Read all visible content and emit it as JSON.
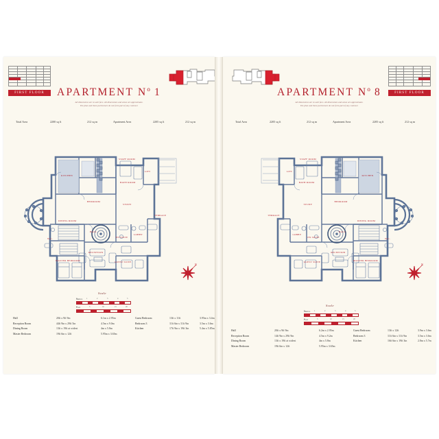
{
  "brochure": {
    "floor_badge": "FIRST FLOOR",
    "scale_caption": "Scale",
    "scale_metres_label": "Metres",
    "scale_feet_label": "Feet",
    "scale_metres_ticks": [
      "0",
      "1",
      "2",
      "3",
      "4",
      "5"
    ],
    "scale_feet_ticks": [
      "0",
      "5",
      "10",
      "15",
      "20"
    ],
    "accent_red": "#c0202e",
    "plan_blue": "#4a6285",
    "paper": "#fbf8ef",
    "label_red": "#b3202c"
  },
  "pages": [
    {
      "id": "apartment-1",
      "title_prefix": "APARTMENT N",
      "title_ordinal": "o",
      "title_number": "1",
      "disclaimer_line1": "All dimensions are to wall face. All dimensions and areas are approximate.",
      "disclaimer_line2": "The plan and these particulars do not form part of any contract.",
      "areas": [
        {
          "label": "Total Area",
          "value": ""
        },
        {
          "label": "",
          "value": "2200 sq ft"
        },
        {
          "label": "",
          "value": "212 sq m"
        },
        {
          "label": "Apartment Area",
          "value": ""
        },
        {
          "label": "",
          "value": "2205 sq ft"
        },
        {
          "label": "",
          "value": "212 sq m"
        }
      ],
      "schedule": [
        {
          "room": "Hall",
          "imperial": "20ft x 9ft 9in",
          "metric": "6.1m x 2.95m"
        },
        {
          "room": "Reception Room",
          "imperial": "44ft 9in x 29ft 5in",
          "metric": "4.5m x 9.0m"
        },
        {
          "room": "Dining Room",
          "imperial": "13ft x 19ft at widest",
          "metric": "4m x 5.8m"
        },
        {
          "room": "Master Bedroom",
          "imperial": "19ft 6in x 12ft",
          "metric": "5.95m x 3.65m"
        },
        {
          "room": "Guest Bedroom",
          "imperial": "13ft x 11ft",
          "metric": "3.95m x 3.4m"
        },
        {
          "room": "Bedroom 3",
          "imperial": "11ft 6in x 11ft 9in",
          "metric": "3.5m x 3.6m"
        },
        {
          "room": "Kitchen",
          "imperial": "17ft 9in x 19ft 3in",
          "metric": "5.4m x 5.85m"
        }
      ],
      "plan_rooms": [
        "STAFF ROOM",
        "BATH ROOM",
        "BEDROOM",
        "STUDY",
        "LIFT",
        "LOBBY",
        "KITCHEN",
        "DINING ROOM",
        "RECEPTION",
        "MASTER BEDROOM",
        "TERRACE",
        "GUEST SUITE",
        "HALL",
        "W.C.",
        "EN SUITE"
      ],
      "keyplan_side": "left",
      "badge_side": "left"
    },
    {
      "id": "apartment-8",
      "title_prefix": "APARTMENT N",
      "title_ordinal": "o",
      "title_number": "8",
      "disclaimer_line1": "All dimensions are to wall face. All dimensions and areas are approximate.",
      "disclaimer_line2": "The plan and these particulars do not form part of any contract.",
      "areas": [
        {
          "label": "Total Area",
          "value": ""
        },
        {
          "label": "",
          "value": "2205 sq ft"
        },
        {
          "label": "",
          "value": "212 sq m"
        },
        {
          "label": "Apartment Area",
          "value": ""
        },
        {
          "label": "",
          "value": "2205 sq ft"
        },
        {
          "label": "",
          "value": "212 sq m"
        }
      ],
      "schedule": [
        {
          "room": "Hall",
          "imperial": "20ft x 9ft 9in",
          "metric": "6.2m x 2.95m"
        },
        {
          "room": "Reception Room",
          "imperial": "14ft 9in x 29ft 9in",
          "metric": "4.5m x 9.2m"
        },
        {
          "room": "Dining Room",
          "imperial": "13ft x 19ft at widest",
          "metric": "4m x 5.8m"
        },
        {
          "room": "Master Bedroom",
          "imperial": "19ft 6in x 12ft",
          "metric": "5.95m x 3.65m"
        },
        {
          "room": "Guest Bedroom",
          "imperial": "13ft x 12ft",
          "metric": "3.9m x 3.6m"
        },
        {
          "room": "Bedroom 3",
          "imperial": "11ft 6in x 11ft 9in",
          "metric": "3.5m x 3.6m"
        },
        {
          "room": "Kitchen",
          "imperial": "16ft 6in x 19ft 3in",
          "metric": "2.8m x 5.7m"
        }
      ],
      "plan_rooms": [
        "STAFF ROOM",
        "BATH ROOM",
        "BEDROOM",
        "STUDY",
        "LIFT",
        "LOBBY",
        "KITCHEN",
        "DINING ROOM",
        "RECEPTION",
        "MASTER BEDROOM",
        "TERRACE",
        "GUEST SUITE",
        "HALL",
        "W.C.",
        "EN SUITE"
      ],
      "keyplan_side": "right",
      "badge_side": "right"
    }
  ]
}
